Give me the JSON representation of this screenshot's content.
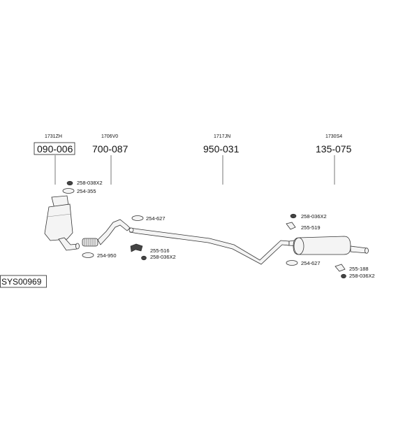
{
  "system_code": "SYS00969",
  "groups": [
    {
      "ref": "1731ZH",
      "part": "090-006",
      "boxed": true
    },
    {
      "ref": "1706V0",
      "part": "700-087",
      "boxed": false
    },
    {
      "ref": "1717JN",
      "part": "950-031",
      "boxed": false
    },
    {
      "ref": "1730S4",
      "part": "135-075",
      "boxed": false
    }
  ],
  "accessories": {
    "a1": "258-038X2",
    "a2": "254-355",
    "a3": "254-950",
    "a4": "254-627",
    "a5": "255-516",
    "a6": "258-036X2",
    "a7": "258-036X2",
    "a8": "255-519",
    "a9": "254-627",
    "a10": "255-188",
    "a11": "258-036X2"
  }
}
